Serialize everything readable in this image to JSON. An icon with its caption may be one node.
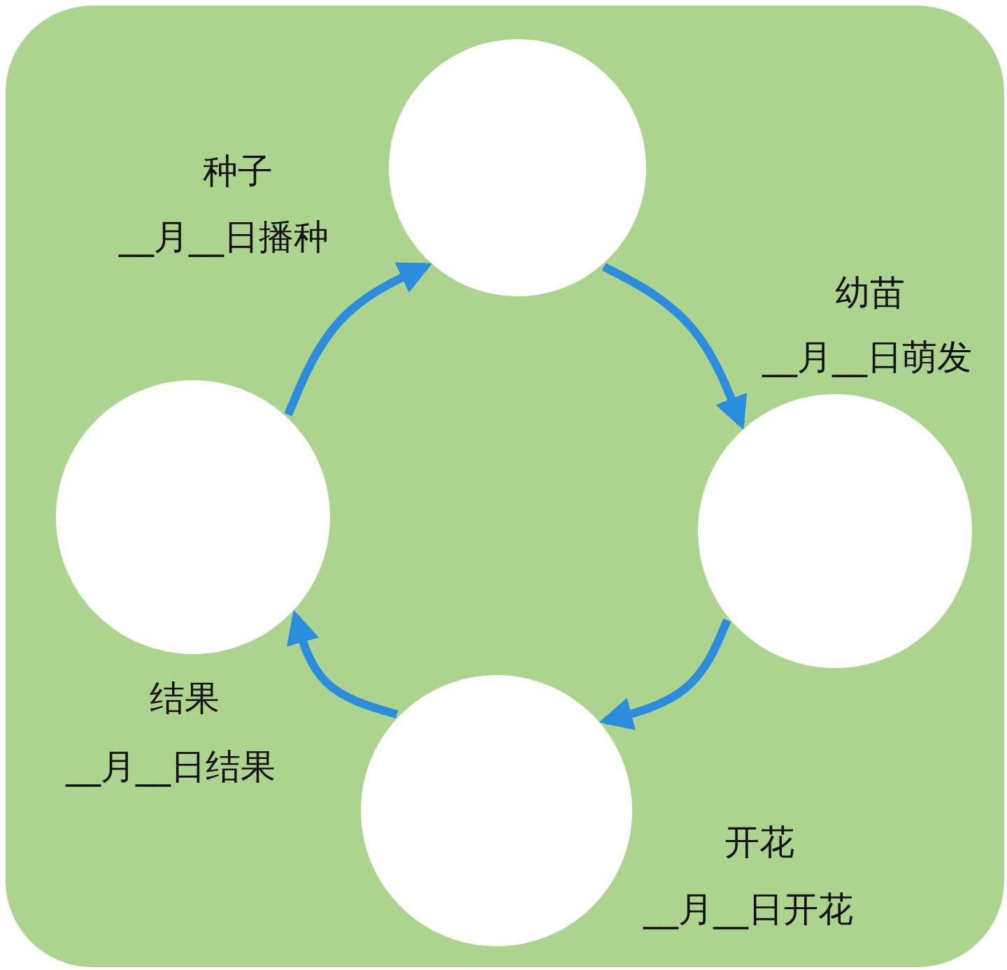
{
  "diagram": {
    "nodes": [
      {
        "text": [],
        "shape": "circle",
        "beside": [
          "种子",
          "__月__日播种"
        ]
      },
      {
        "text": [],
        "shape": "circle",
        "beside": [
          "结果",
          "__月__日结果"
        ]
      },
      {
        "text": [],
        "shape": "circle",
        "beside": [
          "幼苗",
          "__月__日萌发"
        ]
      },
      {
        "text": [],
        "shape": "circle",
        "beside": [
          "开花",
          "__月__日开花"
        ]
      }
    ],
    "edges": [
      {
        "from": 0,
        "to": 2,
        "arrow": "to"
      },
      {
        "from": 2,
        "to": 3,
        "arrow": "to"
      },
      {
        "from": 3,
        "to": 1,
        "arrow": "to"
      },
      {
        "from": 1,
        "to": 0,
        "arrow": "to"
      }
    ]
  }
}
